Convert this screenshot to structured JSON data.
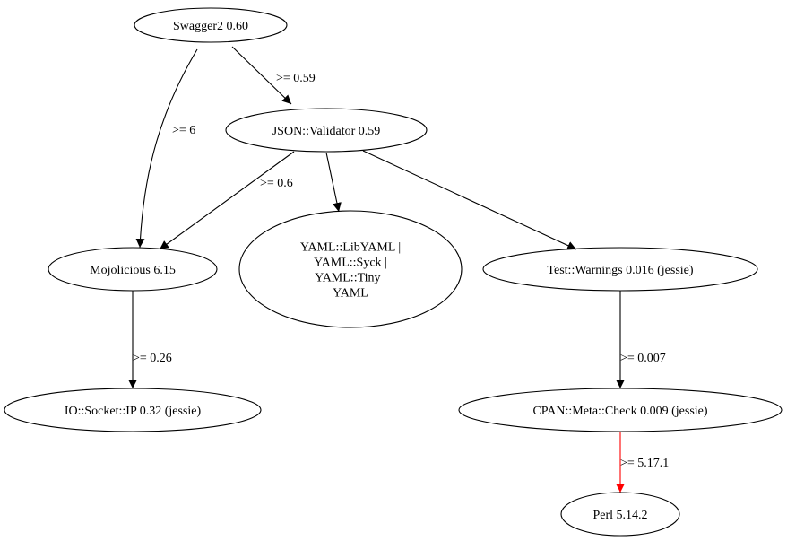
{
  "diagram": {
    "type": "dependency-graph",
    "nodes": [
      {
        "id": "swagger2",
        "lines": [
          "Swagger2 0.60"
        ]
      },
      {
        "id": "json-validator",
        "lines": [
          "JSON::Validator 0.59"
        ]
      },
      {
        "id": "mojolicious",
        "lines": [
          "Mojolicious 6.15"
        ]
      },
      {
        "id": "yaml",
        "lines": [
          "YAML::LibYAML |",
          "YAML::Syck |",
          "YAML::Tiny |",
          "YAML"
        ]
      },
      {
        "id": "test-warnings",
        "lines": [
          "Test::Warnings 0.016 (jessie)"
        ]
      },
      {
        "id": "io-socket-ip",
        "lines": [
          "IO::Socket::IP 0.32 (jessie)"
        ]
      },
      {
        "id": "cpan-meta-check",
        "lines": [
          "CPAN::Meta::Check 0.009 (jessie)"
        ]
      },
      {
        "id": "perl",
        "lines": [
          "Perl 5.14.2"
        ]
      }
    ],
    "edges": [
      {
        "from": "swagger2",
        "to": "json-validator",
        "label": ">= 0.59",
        "color": "#000000"
      },
      {
        "from": "swagger2",
        "to": "mojolicious",
        "label": ">= 6",
        "color": "#000000"
      },
      {
        "from": "json-validator",
        "to": "mojolicious",
        "label": ">= 0.6",
        "color": "#000000"
      },
      {
        "from": "json-validator",
        "to": "yaml",
        "label": "",
        "color": "#000000"
      },
      {
        "from": "json-validator",
        "to": "test-warnings",
        "label": "",
        "color": "#000000"
      },
      {
        "from": "mojolicious",
        "to": "io-socket-ip",
        "label": ">= 0.26",
        "color": "#000000"
      },
      {
        "from": "test-warnings",
        "to": "cpan-meta-check",
        "label": ">= 0.007",
        "color": "#000000"
      },
      {
        "from": "cpan-meta-check",
        "to": "perl",
        "label": ">= 5.17.1",
        "color": "#ff0000"
      }
    ]
  }
}
